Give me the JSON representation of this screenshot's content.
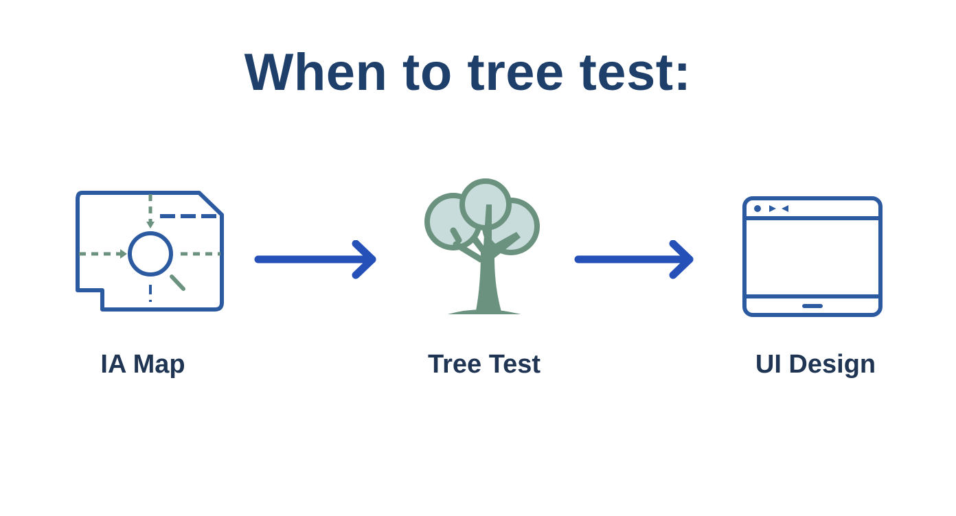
{
  "title": "When to tree test:",
  "steps": [
    {
      "label": "IA Map",
      "icon": "ia-map-icon"
    },
    {
      "label": "Tree Test",
      "icon": "tree-icon"
    },
    {
      "label": "UI Design",
      "icon": "browser-window-icon"
    }
  ],
  "arrows": [
    {
      "icon": "arrow-right-icon"
    },
    {
      "icon": "arrow-right-icon"
    }
  ],
  "colors": {
    "title": "#1f3f6b",
    "label": "#1f3553",
    "icon_blue": "#2b5aa0",
    "arrow_blue": "#2450b8",
    "tree_green": "#6a927e",
    "tree_light": "#c8dcdc"
  }
}
